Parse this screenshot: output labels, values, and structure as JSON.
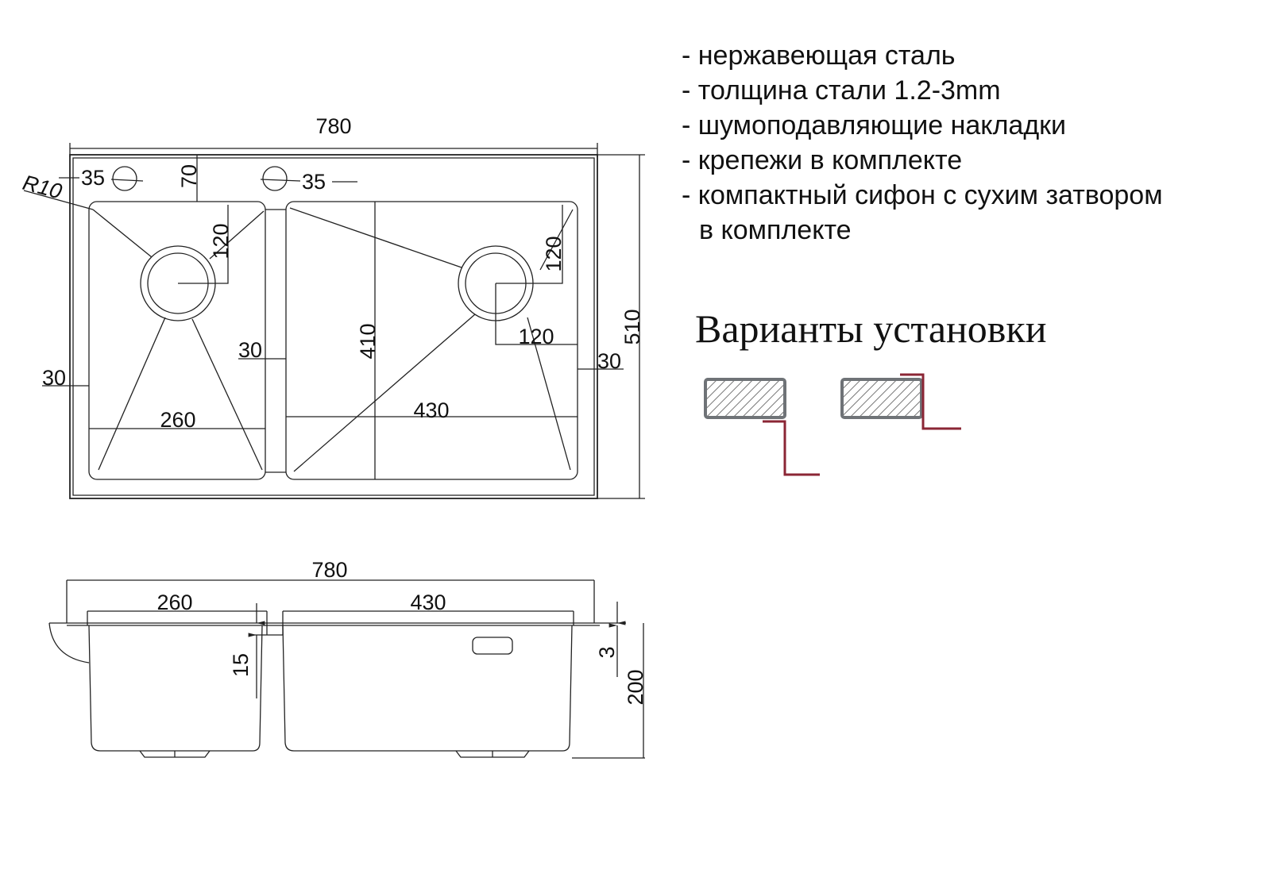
{
  "features": [
    "- нержавеющая сталь",
    "- толщина стали 1.2-3mm",
    "- шумоподавляющие накладки",
    "- крепежи в комплекте",
    "- компактный сифон с сухим затвором",
    "в комплекте"
  ],
  "install_title": "Варианты установки",
  "top_view": {
    "width": "780",
    "depth": "510",
    "deck": "70",
    "radius": "R10",
    "hole_left": "35",
    "hole_right": "35",
    "left_bowl_width": "260",
    "right_bowl_width": "430",
    "bowl_depth": "410",
    "drain_left_offset": "120",
    "drain_right_offset_v": "120",
    "drain_right_offset_h": "120",
    "margin_left": "30",
    "margin_middle": "30",
    "margin_right": "30"
  },
  "side_view": {
    "width": "780",
    "left_bowl_width": "260",
    "right_bowl_width": "430",
    "step": "15",
    "deck_thickness": "3",
    "height": "200"
  },
  "colors": {
    "line": "#222222",
    "mount_gray": "#6f7377",
    "mount_red": "#8b2635"
  }
}
